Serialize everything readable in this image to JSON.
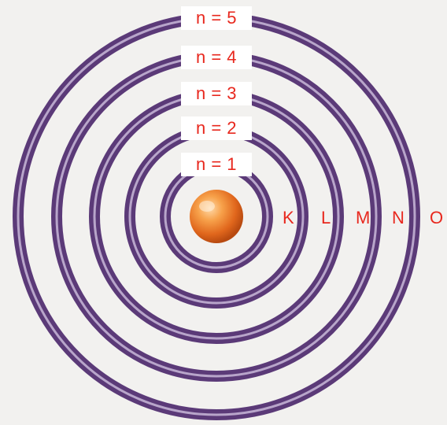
{
  "diagram": {
    "energy_levels": [
      {
        "label": "n = 1",
        "shell": "K"
      },
      {
        "label": "n = 2",
        "shell": "L"
      },
      {
        "label": "n = 3",
        "shell": "M"
      },
      {
        "label": "n = 4",
        "shell": "N"
      },
      {
        "label": "n = 5",
        "shell": "O"
      }
    ]
  },
  "colors": {
    "ring": "#5b3a78",
    "ring_highlight": "#c9b8d8",
    "label_text": "#e8281e",
    "nucleus": "#f08a2a"
  }
}
